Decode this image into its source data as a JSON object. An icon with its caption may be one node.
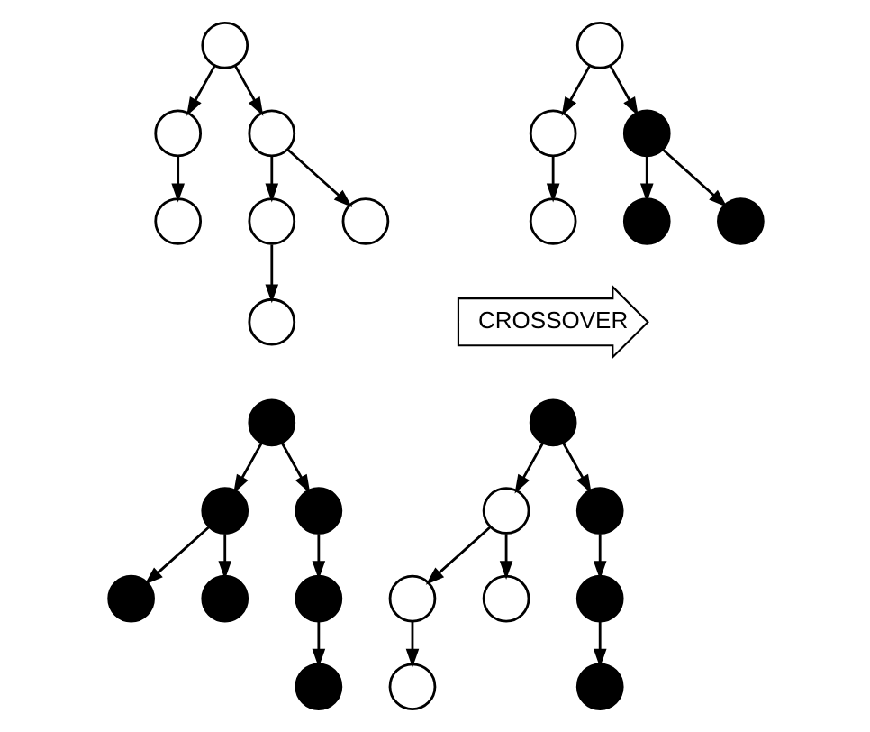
{
  "diagram": {
    "nodes": [
      {
        "text": [],
        "shape": "circle"
      },
      {
        "text": [],
        "shape": "circle"
      },
      {
        "text": [],
        "shape": "circle"
      },
      {
        "text": [],
        "shape": "circle"
      },
      {
        "text": [],
        "shape": "circle"
      },
      {
        "text": [],
        "shape": "circle"
      },
      {
        "text": [],
        "shape": "circle"
      },
      {
        "text": [],
        "shape": "circle"
      },
      {
        "text": [],
        "shape": "circle"
      },
      {
        "text": [],
        "shape": "circle"
      },
      {
        "text": [],
        "shape": "circle"
      },
      {
        "text": [],
        "shape": "circle"
      },
      {
        "text": [],
        "shape": "circle"
      },
      {
        "text": [
          "CROSSOVER"
        ]
      },
      {
        "text": [],
        "shape": "circle"
      },
      {
        "text": [],
        "shape": "circle"
      },
      {
        "text": [],
        "shape": "circle"
      },
      {
        "text": [],
        "shape": "circle"
      },
      {
        "text": [],
        "shape": "circle"
      },
      {
        "text": [],
        "shape": "circle"
      },
      {
        "text": [],
        "shape": "circle"
      },
      {
        "text": [],
        "shape": "circle"
      },
      {
        "text": [],
        "shape": "circle"
      },
      {
        "text": [],
        "shape": "circle"
      },
      {
        "text": [],
        "shape": "circle"
      },
      {
        "text": [],
        "shape": "circle"
      },
      {
        "text": [],
        "shape": "circle"
      },
      {
        "text": [],
        "shape": "circle"
      },
      {
        "text": [],
        "shape": "circle"
      }
    ],
    "edges": [
      {
        "from": 0,
        "to": 1,
        "arrow": "to"
      },
      {
        "from": 0,
        "to": 2,
        "arrow": "to"
      },
      {
        "from": 1,
        "to": 3,
        "arrow": "to"
      },
      {
        "from": 2,
        "to": 4,
        "arrow": "to"
      },
      {
        "from": 2,
        "to": 5,
        "arrow": "to"
      },
      {
        "from": 4,
        "to": 6,
        "arrow": "to"
      },
      {
        "from": 7,
        "to": 8,
        "arrow": "to"
      },
      {
        "from": 7,
        "to": 9,
        "arrow": "to"
      },
      {
        "from": 8,
        "to": 10,
        "arrow": "to"
      },
      {
        "from": 9,
        "to": 11,
        "arrow": "to"
      },
      {
        "from": 9,
        "to": 12,
        "arrow": "to"
      },
      {
        "from": 14,
        "to": 15,
        "arrow": "to"
      },
      {
        "from": 14,
        "to": 16,
        "arrow": "to"
      },
      {
        "from": 15,
        "to": 17,
        "arrow": "to"
      },
      {
        "from": 15,
        "to": 18,
        "arrow": "to"
      },
      {
        "from": 16,
        "to": 19,
        "arrow": "to"
      },
      {
        "from": 19,
        "to": 20,
        "arrow": "to"
      },
      {
        "from": 21,
        "to": 22,
        "arrow": "to"
      },
      {
        "from": 21,
        "to": 23,
        "arrow": "to"
      },
      {
        "from": 22,
        "to": 24,
        "arrow": "to"
      },
      {
        "from": 22,
        "to": 25,
        "arrow": "to"
      },
      {
        "from": 23,
        "to": 26,
        "arrow": "to"
      },
      {
        "from": 24,
        "to": 27,
        "arrow": "to"
      },
      {
        "from": 26,
        "to": 28,
        "arrow": "to"
      }
    ]
  }
}
